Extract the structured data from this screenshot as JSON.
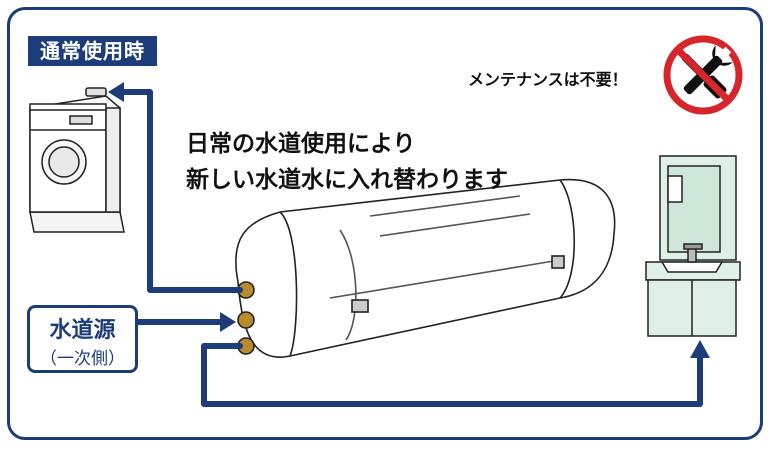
{
  "label_tag": "通常使用時",
  "notice": "メンテナンスは不要！",
  "headline": {
    "line1": "日常の水道使用により",
    "line2": "新しい水道水に入れ替わります"
  },
  "water_source": {
    "title": "水道源",
    "subtitle": "（一次側）"
  },
  "colors": {
    "navy": "#1c3d7a",
    "prohibit_red": "#d6262b",
    "cabinet_green": "#dff0e6",
    "tank_fill": "#ffffff"
  },
  "icons": [
    "no-maintenance-icon",
    "washing-machine-icon",
    "sink-cabinet-icon",
    "water-tank-icon"
  ]
}
